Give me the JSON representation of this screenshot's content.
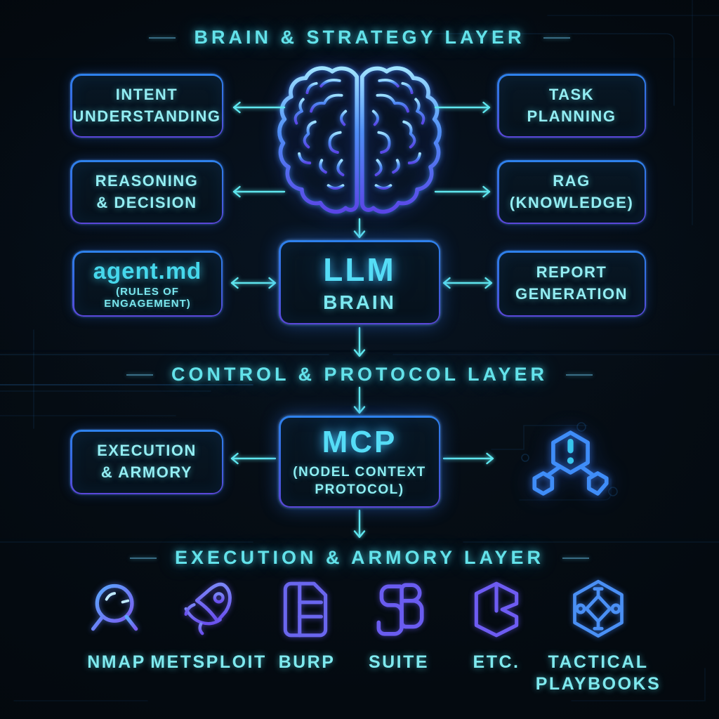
{
  "layers": {
    "brain": {
      "title": "BRAIN & STRATEGY LAYER"
    },
    "control": {
      "title": "CONTROL & PROTOCOL LAYER"
    },
    "execution": {
      "title": "EXECUTION & ARMORY LAYER"
    }
  },
  "boxes": {
    "intent": {
      "line1": "INTENT",
      "line2": "UNDERSTANDING"
    },
    "task": {
      "line1": "TASK",
      "line2": "PLANNING"
    },
    "reasoning": {
      "line1": "REASONING",
      "line2": "& DECISION"
    },
    "rag": {
      "line1": "RAG",
      "line2": "(KNOWLEDGE)"
    },
    "agent_md": {
      "title": "agent.md",
      "subtitle": "(RULES OF ENGAGEMENT)"
    },
    "llm": {
      "title": "LLM",
      "subtitle": "BRAIN"
    },
    "report": {
      "line1": "REPORT",
      "line2": "GENERATION"
    },
    "armory": {
      "line1": "EXECUTION",
      "line2": "& ARMORY"
    },
    "mcp": {
      "title": "MCP",
      "subtitle": "(NODEL CONTEXT PROTOCOL)"
    }
  },
  "tools": [
    {
      "label": "NMAP",
      "icon": "magnifier-icon"
    },
    {
      "label": "METSPLOIT",
      "icon": "rocket-icon"
    },
    {
      "label": "BURP",
      "icon": "split-document-icon"
    },
    {
      "label": "SUITE",
      "icon": "sb-monogram-icon"
    },
    {
      "label": "ETC.",
      "icon": "hex-cube-icon"
    },
    {
      "label": "TACTICAL",
      "label2": "PLAYBOOKS",
      "icon": "hex-network-icon"
    }
  ],
  "icons": {
    "center": "brain-icon",
    "mcp_peripheral": "hexagon-alert-cluster-icon"
  },
  "colors": {
    "background": "#040a10",
    "accent_cyan": "#63e7ee",
    "border_blue": "#2e7fe9",
    "border_purple": "#5b46d8",
    "icon_purple": "#6b5cf0",
    "icon_blue": "#3f8df8",
    "text_cyan": "#93edf2"
  }
}
